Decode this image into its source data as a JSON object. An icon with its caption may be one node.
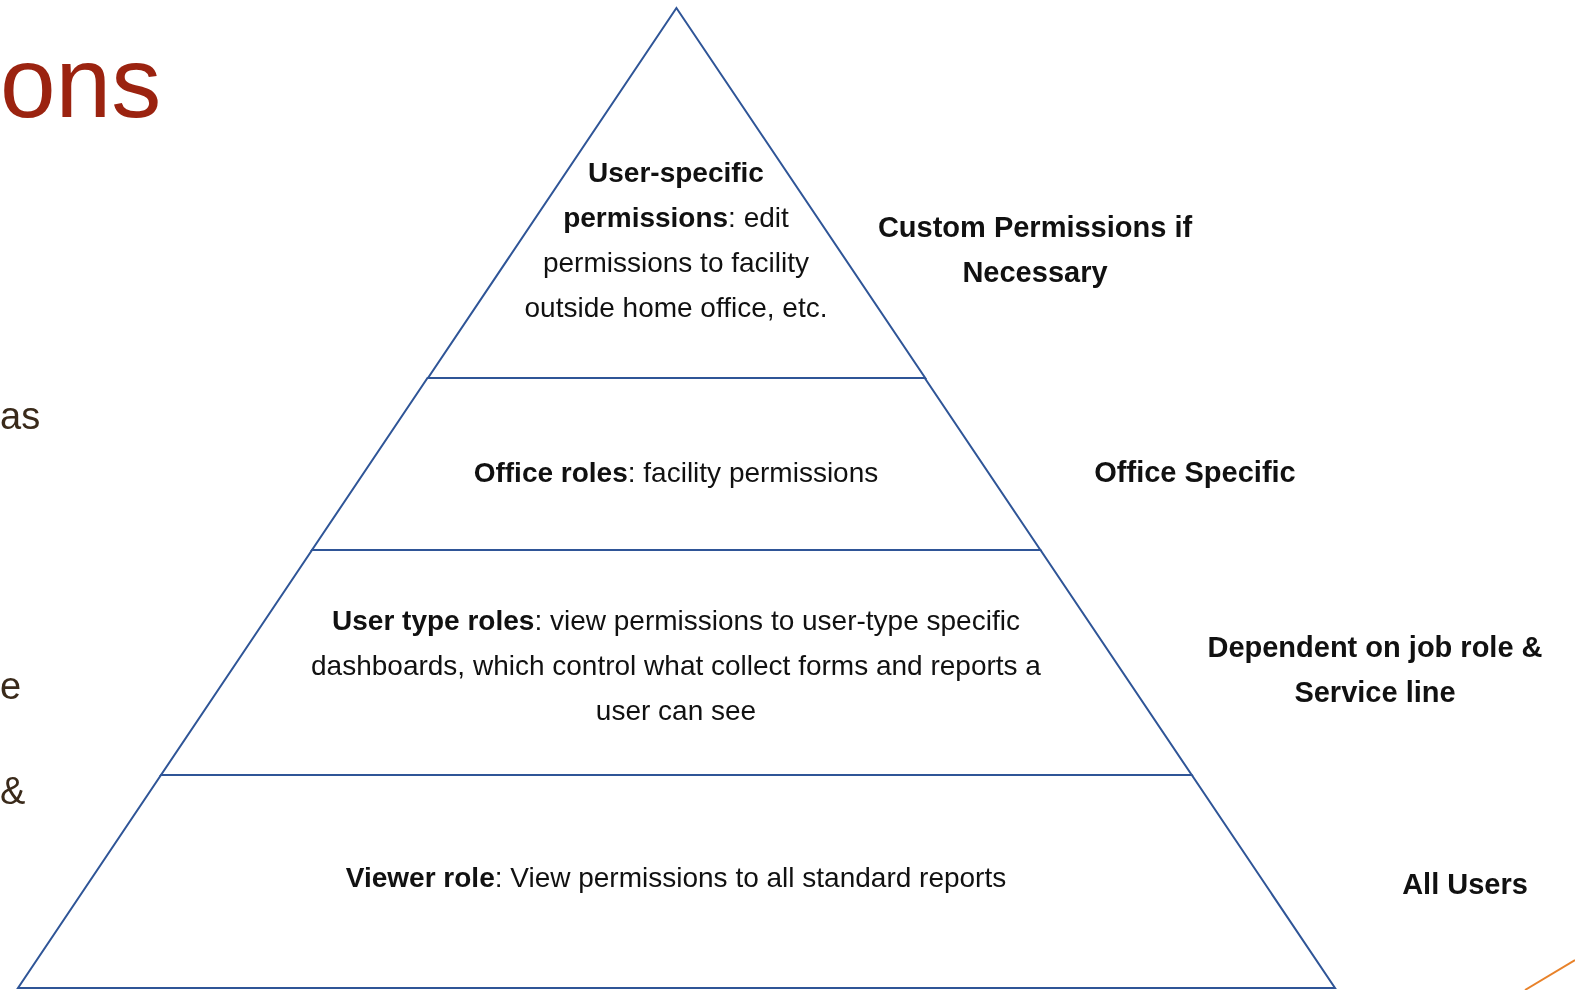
{
  "diagram": {
    "nodes": [
      {
        "text": [
          "**User-specific permissions**: edit permissions to facility outside home office, etc."
        ],
        "beside": [
          "Custom Permissions if Necessary"
        ]
      },
      {
        "text": [
          "**Office roles**: facility permissions"
        ],
        "beside": [
          "Office Specific"
        ]
      },
      {
        "text": [
          "**User type roles**: view permissions to user-type specific dashboards, which control what collect forms and reports a user can see"
        ],
        "beside": [
          "Dependent on job role & Service line"
        ]
      },
      {
        "text": [
          "**Viewer role**: View permissions to all standard reports"
        ],
        "beside": [
          "All Users"
        ]
      }
    ],
    "labels": [
      "ons",
      "as",
      "e",
      "&"
    ]
  }
}
